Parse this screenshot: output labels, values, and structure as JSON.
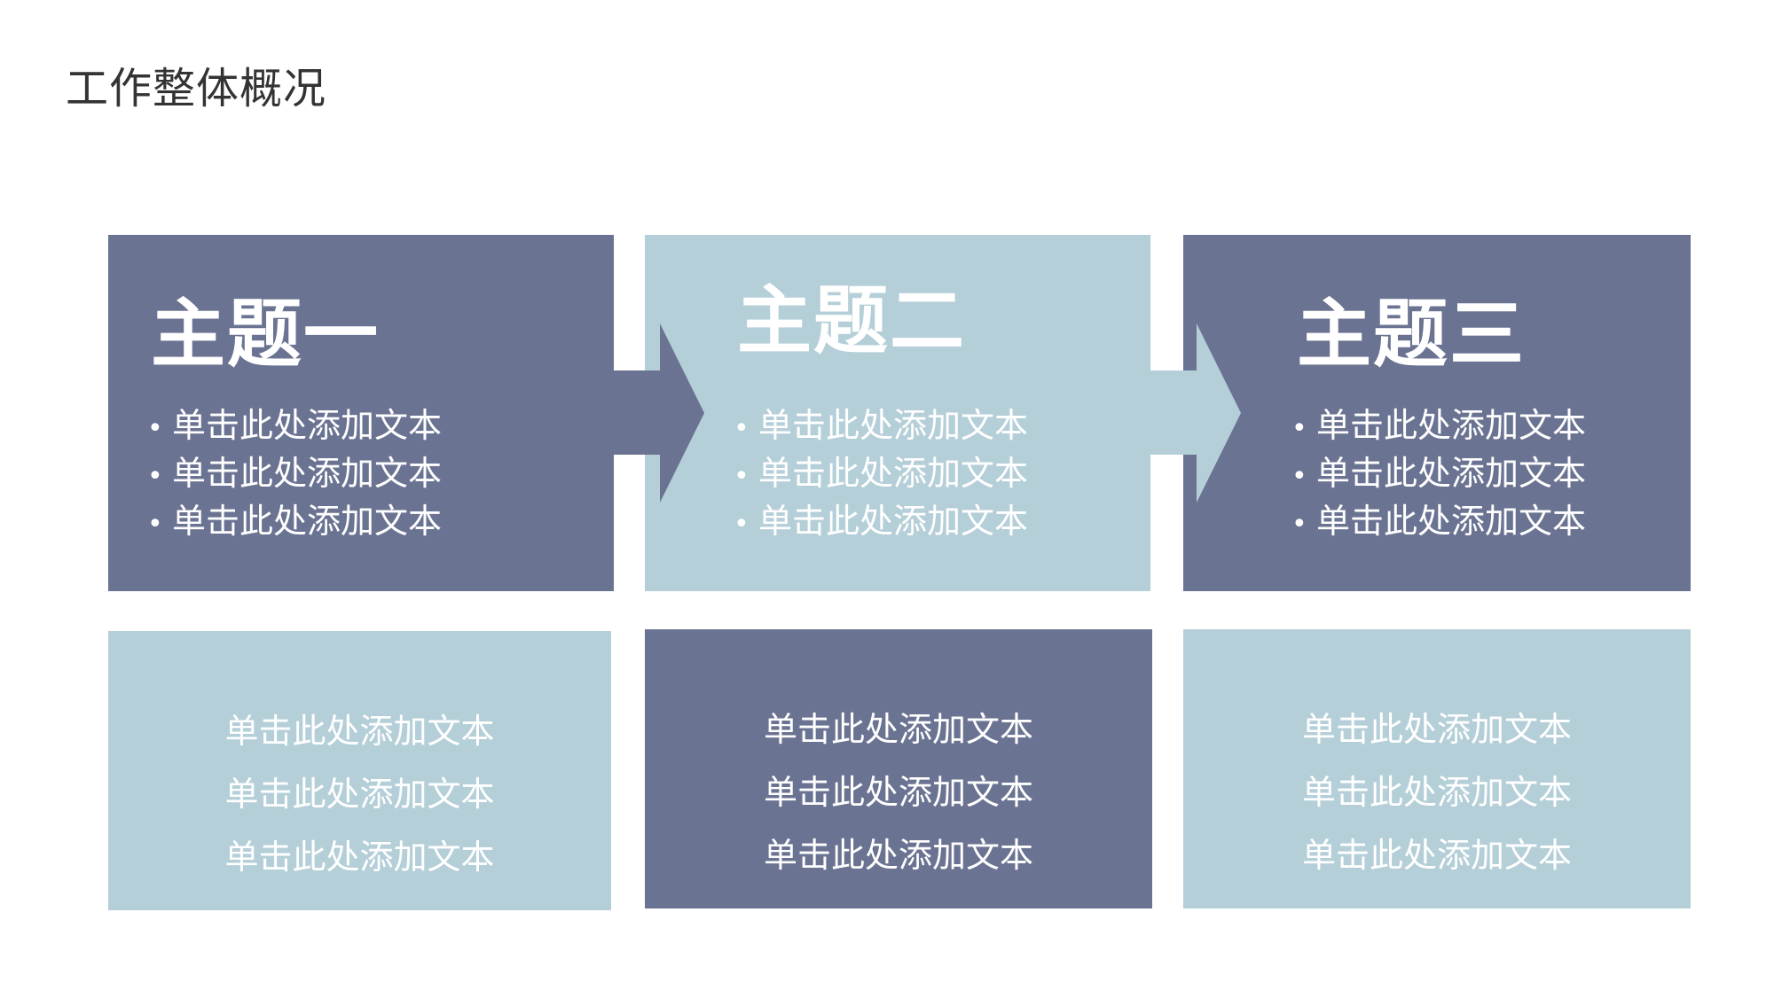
{
  "colors": {
    "dark": "#6b7392",
    "light": "#b5cfd8",
    "text": "#ffffff",
    "title": "#333333"
  },
  "page": {
    "title": "工作整体概况"
  },
  "themes": [
    {
      "title": "主题一",
      "bullets": [
        "单击此处添加文本",
        "单击此处添加文本",
        "单击此处添加文本"
      ]
    },
    {
      "title": "主题二",
      "bullets": [
        "单击此处添加文本",
        "单击此处添加文本",
        "单击此处添加文本"
      ]
    },
    {
      "title": "主题三",
      "bullets": [
        "单击此处添加文本",
        "单击此处添加文本",
        "单击此处添加文本"
      ]
    }
  ],
  "details": [
    {
      "lines": [
        "单击此处添加文本",
        "单击此处添加文本",
        "单击此处添加文本"
      ]
    },
    {
      "lines": [
        "单击此处添加文本",
        "单击此处添加文本",
        "单击此处添加文本"
      ]
    },
    {
      "lines": [
        "单击此处添加文本",
        "单击此处添加文本",
        "单击此处添加文本"
      ]
    }
  ]
}
